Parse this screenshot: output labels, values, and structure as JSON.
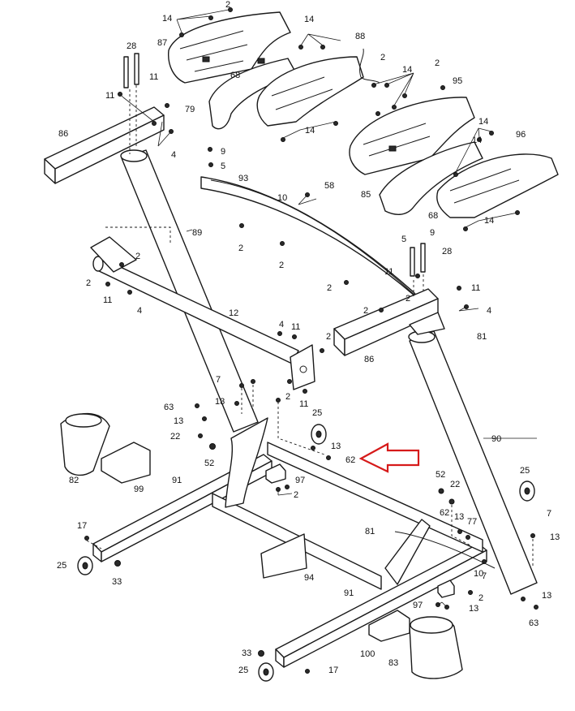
{
  "labels": [
    "14",
    "14",
    "87",
    "68",
    "2",
    "28",
    "11",
    "88",
    "2",
    "14",
    "2",
    "95",
    "79",
    "14",
    "11",
    "4",
    "14",
    "14",
    "86",
    "9",
    "5",
    "96",
    "93",
    "10",
    "58",
    "85",
    "68",
    "14",
    "89",
    "2",
    "2",
    "5",
    "9",
    "28",
    "2",
    "2",
    "2",
    "11",
    "11",
    "11",
    "2",
    "4",
    "4",
    "2",
    "12",
    "81",
    "4",
    "11",
    "2",
    "86",
    "7",
    "13",
    "2",
    "11",
    "63",
    "25",
    "13",
    "13",
    "22",
    "52",
    "62",
    "82",
    "99",
    "90",
    "97",
    "2",
    "52",
    "22",
    "25",
    "91",
    "62",
    "13",
    "77",
    "7",
    "13",
    "81",
    "17",
    "25",
    "33",
    "94",
    "10",
    "7",
    "2",
    "13",
    "97",
    "91",
    "13",
    "63",
    "33",
    "100",
    "83",
    "25",
    "17"
  ],
  "colors": {
    "arrow": "#d61a1a",
    "line": "#1a1a1a"
  }
}
